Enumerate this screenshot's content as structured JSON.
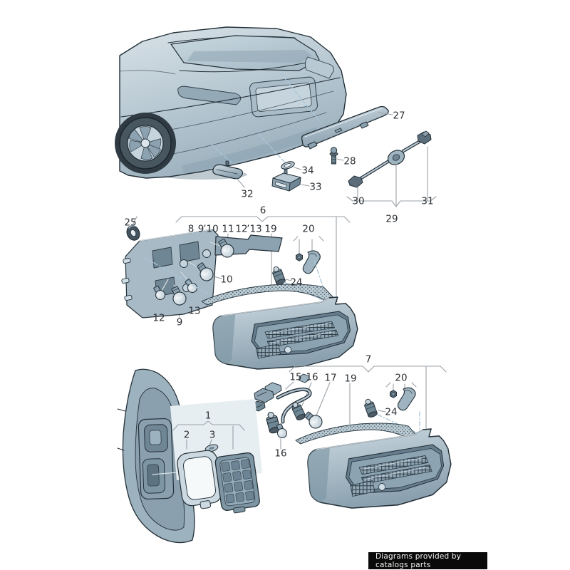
{
  "watermark": {
    "text": "Diagrams provided by catalogs parts",
    "bg": "#0a0a0a",
    "fg": "#f2f2f2"
  },
  "colors": {
    "background": "#ffffff",
    "outline": "#243038",
    "body_light": "#d6e0e7",
    "body_mid": "#aebfca",
    "body_dark": "#8ca2b0",
    "lens": "#7e96a4",
    "tire": "#47565f",
    "leader_line": "#9aa1a7",
    "dash_line": "#a8c6da",
    "label_text": "#2e3236"
  },
  "callouts": [
    {
      "id": "rear-spoiler-strip",
      "ref": "27"
    },
    {
      "id": "spoiler-screw",
      "ref": "28"
    },
    {
      "id": "license-light-gasket",
      "ref": "34"
    },
    {
      "id": "license-plate-light",
      "ref": "33"
    },
    {
      "id": "bumper-reflector",
      "ref": "32"
    },
    {
      "id": "harness-connector-left",
      "ref": "30"
    },
    {
      "id": "harness-connector-right",
      "ref": "31"
    },
    {
      "id": "license-light-harness",
      "ref": "29"
    },
    {
      "id": "taillight-assembly-outer",
      "ref": "6"
    },
    {
      "id": "grommet",
      "ref": "25"
    },
    {
      "id": "bulb-row-8",
      "ref": "8"
    },
    {
      "id": "bulb-row-9",
      "ref": "9"
    },
    {
      "id": "bulb-row-10",
      "ref": "’10"
    },
    {
      "id": "bulb-row-11",
      "ref": "11"
    },
    {
      "id": "bulb-row-12",
      "ref": "12"
    },
    {
      "id": "bulb-row-13",
      "ref": "’13"
    },
    {
      "id": "seal-row-19",
      "ref": "19"
    },
    {
      "id": "clip-upper",
      "ref": "20"
    },
    {
      "id": "bulb-10",
      "ref": "10"
    },
    {
      "id": "bulb-socket-upper",
      "ref": "24"
    },
    {
      "id": "bulb-13",
      "ref": "13"
    },
    {
      "id": "bulb-12",
      "ref": "12"
    },
    {
      "id": "bulb-9",
      "ref": "9"
    },
    {
      "id": "taillight-assembly-inner",
      "ref": "7"
    },
    {
      "id": "wiring-harness",
      "ref": "15"
    },
    {
      "id": "bulb-holder-16",
      "ref": "16"
    },
    {
      "id": "bulb-17",
      "ref": "17"
    },
    {
      "id": "seal-19-lower",
      "ref": "19"
    },
    {
      "id": "clip-lower",
      "ref": "20"
    },
    {
      "id": "bulb-socket-lower",
      "ref": "24"
    },
    {
      "id": "bulb-16",
      "ref": "16"
    },
    {
      "id": "interior-reflector-assembly",
      "ref": "1"
    },
    {
      "id": "reflector-seal",
      "ref": "2"
    },
    {
      "id": "reflector-clip",
      "ref": "3"
    }
  ]
}
